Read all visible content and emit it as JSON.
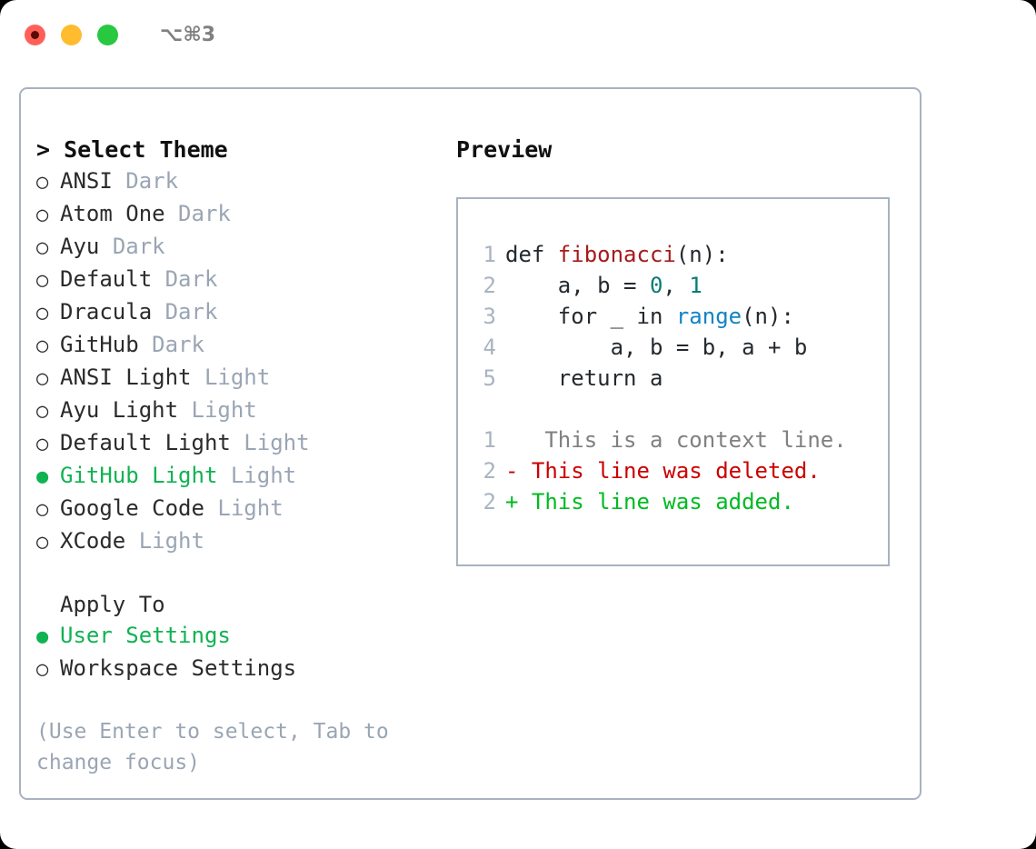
{
  "titlebar": {
    "shortcut": "⌥⌘3",
    "buttons": [
      {
        "name": "close",
        "color": "#ff6058"
      },
      {
        "name": "minimize",
        "color": "#febc2e"
      },
      {
        "name": "zoom",
        "color": "#28c840"
      }
    ]
  },
  "theme_list": {
    "header": "> Select Theme",
    "options": [
      {
        "bullet": "○",
        "label": "ANSI",
        "tag": "Dark",
        "selected": false
      },
      {
        "bullet": "○",
        "label": "Atom One",
        "tag": "Dark",
        "selected": false
      },
      {
        "bullet": "○",
        "label": "Ayu",
        "tag": "Dark",
        "selected": false
      },
      {
        "bullet": "○",
        "label": "Default",
        "tag": "Dark",
        "selected": false
      },
      {
        "bullet": "○",
        "label": "Dracula",
        "tag": "Dark",
        "selected": false
      },
      {
        "bullet": "○",
        "label": "GitHub",
        "tag": "Dark",
        "selected": false
      },
      {
        "bullet": "○",
        "label": "ANSI Light",
        "tag": "Light",
        "selected": false
      },
      {
        "bullet": "○",
        "label": "Ayu Light",
        "tag": "Light",
        "selected": false
      },
      {
        "bullet": "○",
        "label": "Default Light",
        "tag": "Light",
        "selected": false
      },
      {
        "bullet": "●",
        "label": "GitHub Light",
        "tag": "Light",
        "selected": true
      },
      {
        "bullet": "○",
        "label": "Google Code",
        "tag": "Light",
        "selected": false
      },
      {
        "bullet": "○",
        "label": "XCode",
        "tag": "Light",
        "selected": false
      }
    ]
  },
  "apply_to": {
    "header": "Apply To",
    "options": [
      {
        "bullet": "●",
        "label": "User Settings",
        "selected": true
      },
      {
        "bullet": "○",
        "label": "Workspace Settings",
        "selected": false
      }
    ]
  },
  "hint": "(Use Enter to select, Tab to change focus)",
  "preview": {
    "header": "Preview",
    "code_lines": [
      {
        "no": "1",
        "segments": [
          {
            "text": "def ",
            "kind": "plain"
          },
          {
            "text": "fibonacci",
            "kind": "fn"
          },
          {
            "text": "(n):",
            "kind": "plain"
          }
        ]
      },
      {
        "no": "2",
        "segments": [
          {
            "text": "    a, b = ",
            "kind": "plain"
          },
          {
            "text": "0",
            "kind": "num"
          },
          {
            "text": ", ",
            "kind": "plain"
          },
          {
            "text": "1",
            "kind": "num"
          }
        ]
      },
      {
        "no": "3",
        "segments": [
          {
            "text": "    for _ in ",
            "kind": "plain"
          },
          {
            "text": "range",
            "kind": "call"
          },
          {
            "text": "(n):",
            "kind": "plain"
          }
        ]
      },
      {
        "no": "4",
        "segments": [
          {
            "text": "        a, b = b, a + b",
            "kind": "plain"
          }
        ]
      },
      {
        "no": "5",
        "segments": [
          {
            "text": "    return a",
            "kind": "plain"
          }
        ]
      }
    ],
    "diff_lines": [
      {
        "no": "1",
        "marker": " ",
        "text": "  This is a context line.",
        "kind": "context"
      },
      {
        "no": "2",
        "marker": "-",
        "text": " This line was deleted.",
        "kind": "deleted"
      },
      {
        "no": "2",
        "marker": "+",
        "text": " This line was added.",
        "kind": "added"
      }
    ]
  },
  "colors": {
    "selected_green": "#10b352",
    "tag_gray": "#9aa5b4",
    "border": "#a8b2c0",
    "diff_add": "#00bb22",
    "diff_del": "#cc0000",
    "syntax_function": "#a61b1b",
    "syntax_number": "#067d74",
    "syntax_call": "#1184c4"
  }
}
